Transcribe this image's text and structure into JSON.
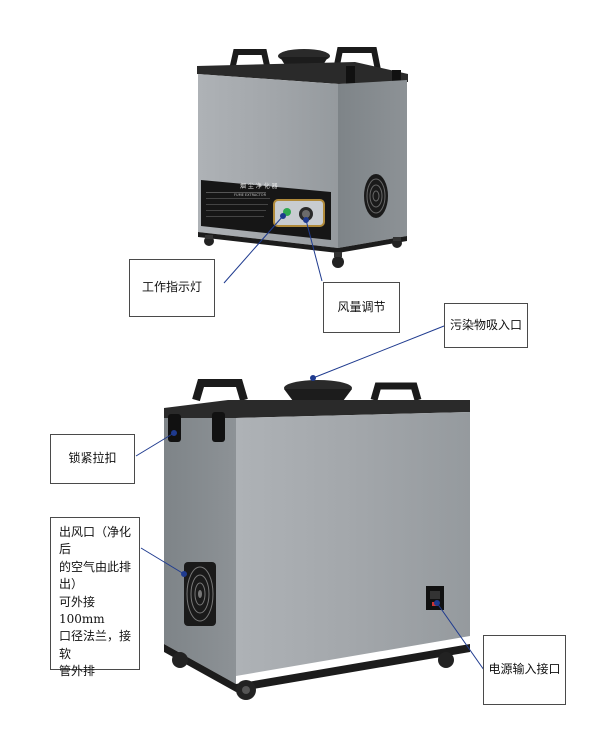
{
  "panel_title": "烟 尘 净 化 器",
  "panel_subtitle": "FUME EXTRACTOR",
  "callouts": {
    "indicator_light": "工作指示灯",
    "airflow_adjust": "风量调节",
    "pollutant_inlet": "污染物吸入口",
    "lock_clasp": "锁紧拉扣",
    "outlet_lines": [
      "出风口（净化后",
      "的空气由此排",
      "出）",
      "可外接 100mm",
      "口径法兰，接软",
      "管外排"
    ],
    "power_input": "电源输入接口"
  },
  "colors": {
    "body": "#9ea3a7",
    "top": "#232323",
    "accent": "#b08a3a",
    "callout_line": "#1f3b8f"
  }
}
